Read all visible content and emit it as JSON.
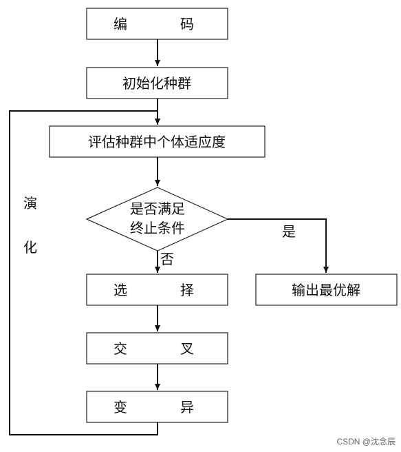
{
  "flowchart": {
    "nodes": {
      "encode": {
        "label_left": "编",
        "label_right": "码"
      },
      "init_population": {
        "label": "初始化种群"
      },
      "evaluate_fitness": {
        "label": "评估种群中个体适应度"
      },
      "termination_check": {
        "line1": "是否满足",
        "line2": "终止条件"
      },
      "selection": {
        "label_left": "选",
        "label_right": "择"
      },
      "output_best": {
        "label": "输出最优解"
      },
      "crossover": {
        "label_left": "交",
        "label_right": "叉"
      },
      "mutation": {
        "label_left": "变",
        "label_right": "异"
      }
    },
    "edge_labels": {
      "yes": "是",
      "no": "否",
      "evolution_line1": "演",
      "evolution_line2": "化"
    },
    "colors": {
      "line": "#111111",
      "box_fill": "#ffffff",
      "box_stroke": "#222222"
    }
  },
  "watermark": "CSDN @沈念辰"
}
